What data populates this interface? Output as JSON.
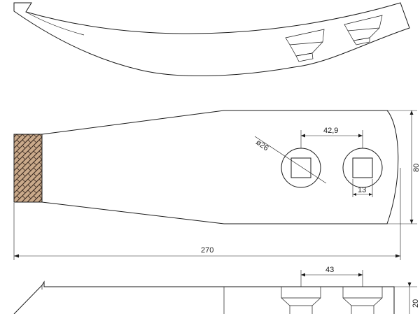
{
  "dimensions": {
    "total_length": "270",
    "width": "80",
    "thickness": "20",
    "hole_spacing_plan": "42,9",
    "hole_spacing_side": "43",
    "hole_diameter": "ø26",
    "square_hole": "13"
  },
  "colors": {
    "line": "#1a1a1a",
    "carbide_fill": "#c9a98a",
    "carbide_hatch": "#3a2a20"
  }
}
